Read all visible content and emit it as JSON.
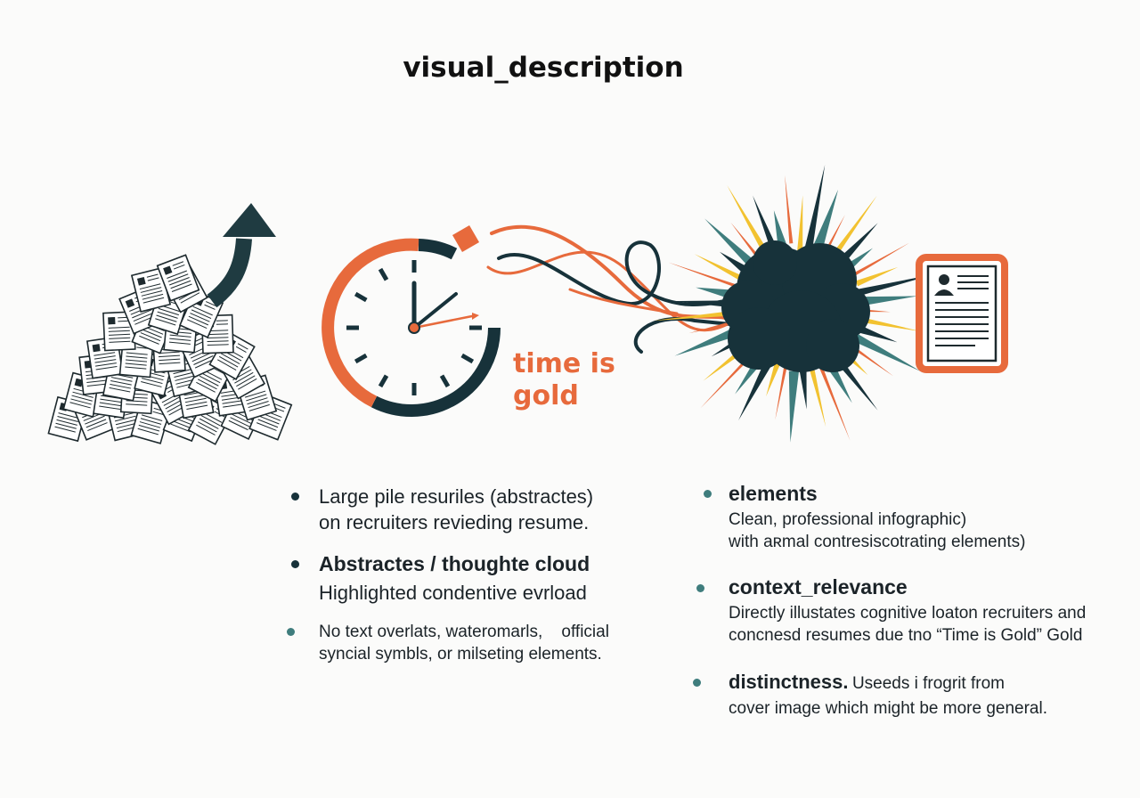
{
  "title": "visual_description",
  "clock_caption": [
    "time is",
    "gold"
  ],
  "colors": {
    "orange": "#e76a3c",
    "dark_teal": "#17323a",
    "yellow": "#f2c230",
    "teal": "#3f7d7d"
  },
  "icons": [
    "resume-pile-icon",
    "up-arrow-icon",
    "clock-icon",
    "tangled-line-icon",
    "burst-cloud-icon",
    "resume-document-icon"
  ],
  "left_bullets": [
    {
      "lines": [
        "Large pile resuriles (abstractes)",
        "on recruiters revieding resume."
      ]
    },
    {
      "heading": "Abstractes / thoughte cloud",
      "lines": [
        "Highlighted condentive evrload"
      ]
    },
    {
      "lines": [
        "No text overlats, wateromarls,    official",
        "syncial symbls, or milseting elements."
      ]
    }
  ],
  "right_bullets": [
    {
      "heading": "elements",
      "lines": [
        "Clean, professional infographic)",
        "with aʀmal contresiscotrating elements)"
      ]
    },
    {
      "heading": "context_relevance",
      "lines": [
        "Directly illustates cognitive loaton recruiters and",
        "concnesd resumes due tno “Time is Gold” Gold"
      ]
    },
    {
      "heading": "distinctness.",
      "inline": "Useeds i frogrit from",
      "lines": [
        "cover image which might be more general."
      ]
    }
  ]
}
